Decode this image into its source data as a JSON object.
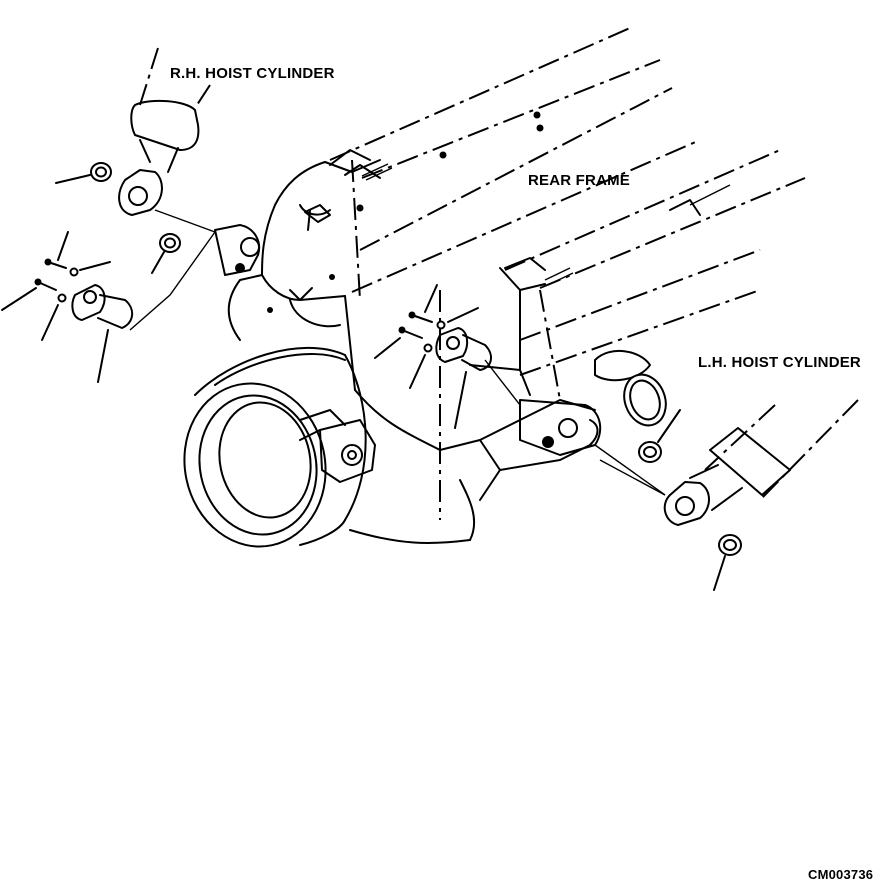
{
  "labels": {
    "rh_hoist_cylinder": "R.H. HOIST CYLINDER",
    "rear_frame": "REAR FRAME",
    "lh_hoist_cylinder": "L.H. HOIST CYLINDER",
    "figure_id": "CM003736"
  }
}
